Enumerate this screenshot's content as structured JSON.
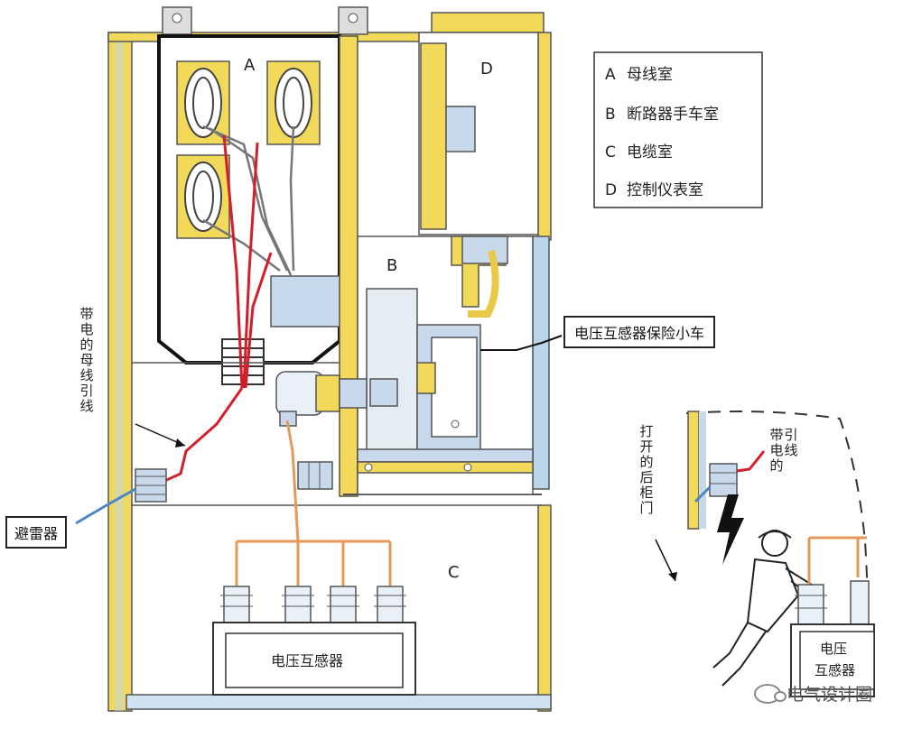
{
  "legend": {
    "items": [
      {
        "key": "A",
        "label": "母线室"
      },
      {
        "key": "B",
        "label": "断路器手车室"
      },
      {
        "key": "C",
        "label": "电缆室"
      },
      {
        "key": "D",
        "label": "控制仪表室"
      }
    ]
  },
  "compartments": {
    "a": "A",
    "b": "B",
    "c": "C",
    "d": "D"
  },
  "callouts": {
    "vt_fuse_truck": "电压互感器保险小车",
    "arrester": "避雷器",
    "live_busbar_lead": "带电的母线引线",
    "vt_box": "电压互感器"
  },
  "inset": {
    "open_rear_door": "打开的后柜门",
    "live_lead": "带电的引线",
    "vt_line1": "电压",
    "vt_line2": "互感器"
  },
  "watermark": "电气设计圈",
  "colors": {
    "yellow_frame": "#f3d95a",
    "wire_red": "#d21f2a",
    "wire_orange": "#e59a5c",
    "wire_blue": "#4a86c8",
    "component_blue": "#c9d9ec"
  }
}
